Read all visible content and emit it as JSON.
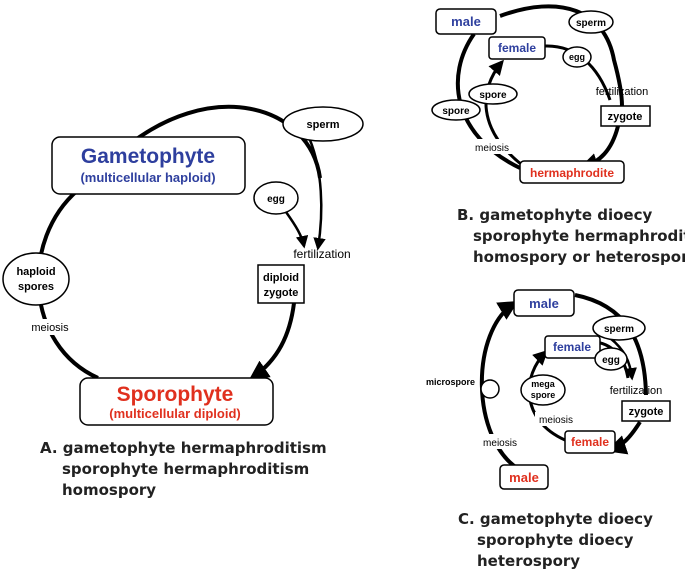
{
  "colors": {
    "blue": "#2E3F9E",
    "red": "#E0301E",
    "black": "#000000"
  },
  "panel_a": {
    "gametophyte": {
      "title": "Gametophyte",
      "subtitle": "(multicellular haploid)"
    },
    "sporophyte": {
      "title": "Sporophyte",
      "subtitle": "(multicellular diploid)"
    },
    "sperm": "sperm",
    "egg": "egg",
    "fertilization": "fertilization",
    "zygote_line1": "diploid",
    "zygote_line2": "zygote",
    "spores_line1": "haploid",
    "spores_line2": "spores",
    "meiosis": "meiosis",
    "caption": [
      "A. gametophyte hermaphroditism",
      "sporophyte hermaphroditism",
      "homospory"
    ]
  },
  "panel_b": {
    "male": "male",
    "female": "female",
    "sperm": "sperm",
    "egg": "egg",
    "spore_inner": "spore",
    "spore_outer": "spore",
    "fertilization": "fertilization",
    "zygote": "zygote",
    "meiosis": "meiosis",
    "hermaphrodite": "hermaphrodite",
    "caption": [
      "B. gametophyte dioecy",
      "sporophyte hermaphroditism",
      "homospory or heterospory"
    ]
  },
  "panel_c": {
    "male_top": "male",
    "female_top": "female",
    "sperm": "sperm",
    "egg": "egg",
    "microspore": "microspore",
    "megaspore_line1": "mega",
    "megaspore_line2": "spore",
    "fertilization": "fertilization",
    "zygote": "zygote",
    "meiosis_inner": "meiosis",
    "meiosis_outer": "meiosis",
    "female_bottom": "female",
    "male_bottom": "male",
    "caption": [
      "C. gametophyte dioecy",
      "sporophyte dioecy",
      "heterospory"
    ]
  }
}
